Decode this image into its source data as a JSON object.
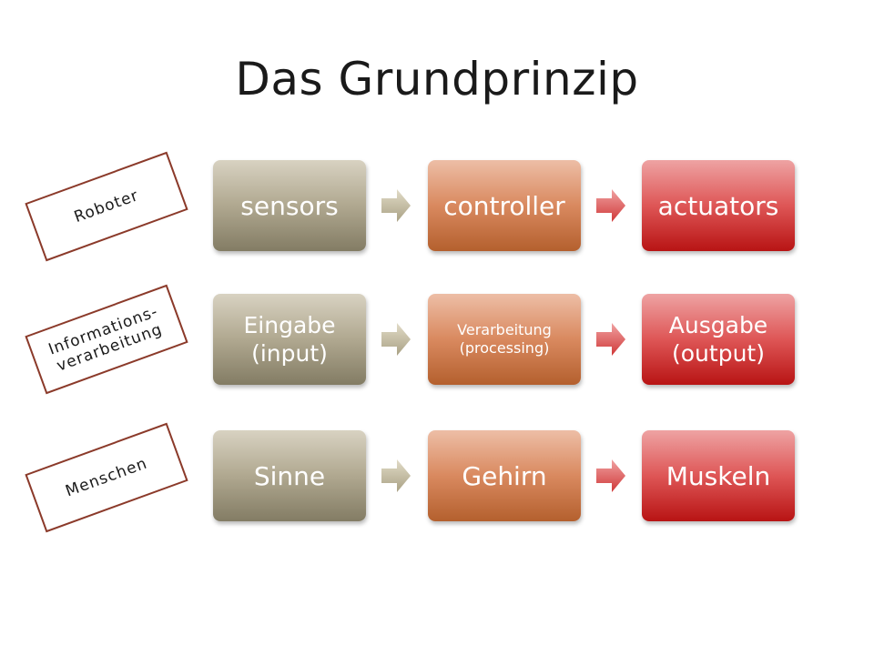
{
  "title": "Das Grundprinzip",
  "rows": [
    {
      "label": "Roboter",
      "input": "sensors",
      "process": "controller",
      "output": "actuators"
    },
    {
      "label_line1": "Informations-",
      "label_line2": "verarbeitung",
      "input_line1": "Eingabe",
      "input_line2": "(input)",
      "process_line1": "Verarbeitung",
      "process_line2": "(processing)",
      "output_line1": "Ausgabe",
      "output_line2": "(output)"
    },
    {
      "label": "Menschen",
      "input": "Sinne",
      "process": "Gehirn",
      "output": "Muskeln"
    }
  ],
  "colors": {
    "input_box": "#b0a890",
    "process_box": "#d9895f",
    "output_box": "#de5656",
    "tag_border": "#8b3a2a"
  }
}
